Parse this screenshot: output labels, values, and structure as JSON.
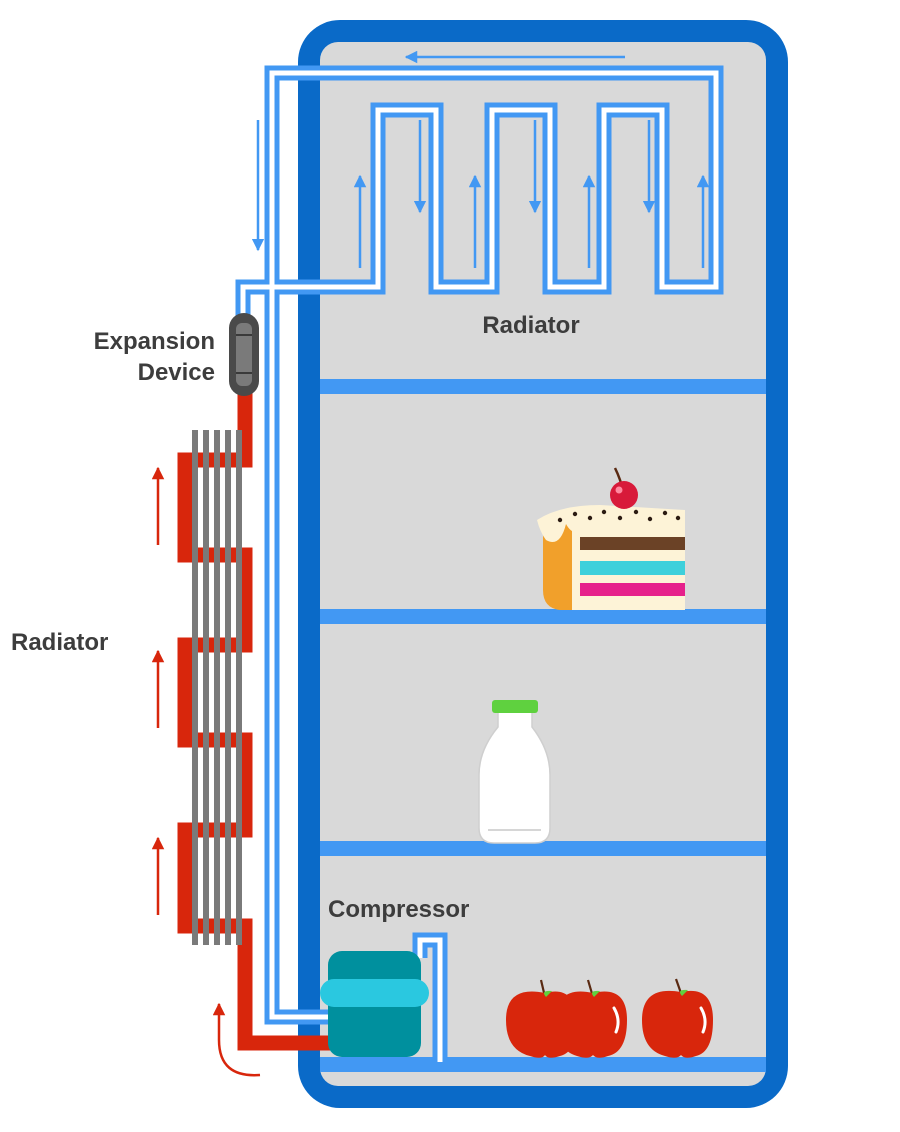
{
  "labels": {
    "radiator_top": "Radiator",
    "expansion_line1": "Expansion",
    "expansion_line2": "Device",
    "radiator_left": "Radiator",
    "compressor": "Compressor"
  },
  "colors": {
    "fridge_frame": "#0a6ac8",
    "interior": "#d9d9d9",
    "cold_pipe": "#4298f3",
    "hot_pipe": "#d8260c",
    "condenser_fins": "#7a7a7a",
    "compressor_body": "#00909e",
    "compressor_band": "#2ac8e0",
    "expansion_device": "#4a4a4a"
  },
  "icons": [
    "cake-slice",
    "milk-bottle",
    "red-apple",
    "compressor",
    "expansion-device",
    "flow-arrow"
  ]
}
